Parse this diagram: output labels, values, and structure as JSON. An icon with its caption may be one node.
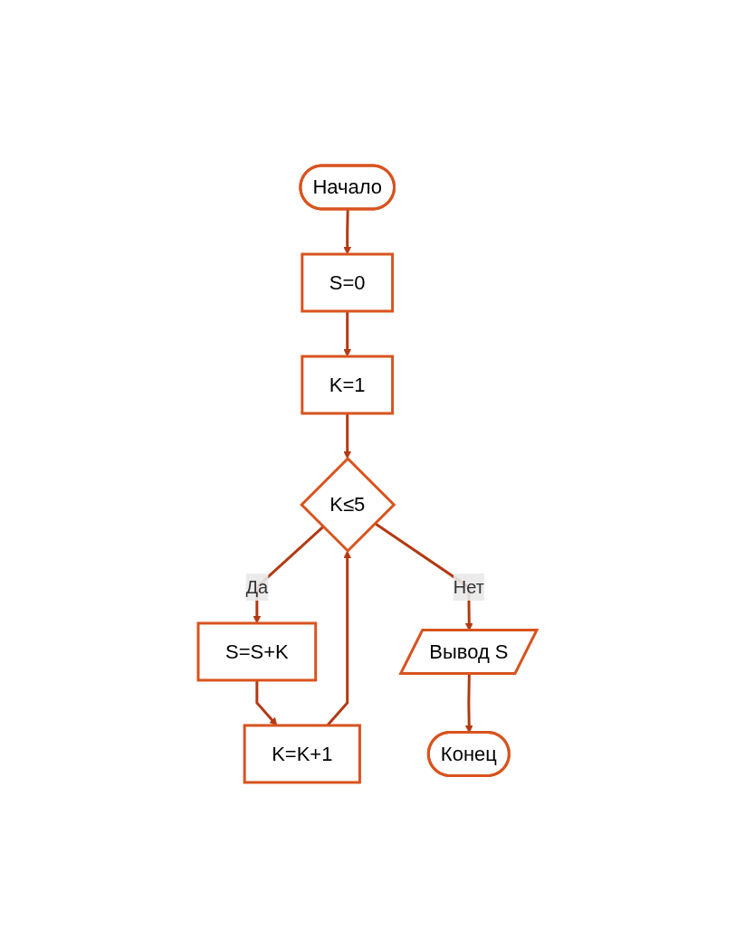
{
  "diagram": {
    "nodes": [
      {
        "text": [
          "Начало"
        ]
      },
      {
        "text": [
          "S=0"
        ]
      },
      {
        "text": [
          "K=1"
        ]
      },
      {
        "text": [
          "K≤5"
        ]
      },
      {
        "text": [
          "S=S+K"
        ]
      },
      {
        "text": [
          "K=K+1"
        ]
      },
      {
        "text": [
          "Вывод S"
        ]
      },
      {
        "text": [
          "Конец"
        ]
      }
    ],
    "edges": [
      {
        "from": 0,
        "to": 1,
        "arrow": "to"
      },
      {
        "from": 1,
        "to": 2,
        "arrow": "to"
      },
      {
        "from": 2,
        "to": 3,
        "arrow": "to"
      },
      {
        "from": 3,
        "to": 4,
        "arrow": "to",
        "label": "Да"
      },
      {
        "from": 4,
        "to": 5,
        "arrow": "to"
      },
      {
        "from": 5,
        "to": 3,
        "arrow": "to"
      },
      {
        "from": 3,
        "to": 6,
        "arrow": "to",
        "label": "Нет"
      },
      {
        "from": 6,
        "to": 7,
        "arrow": "to"
      }
    ]
  }
}
